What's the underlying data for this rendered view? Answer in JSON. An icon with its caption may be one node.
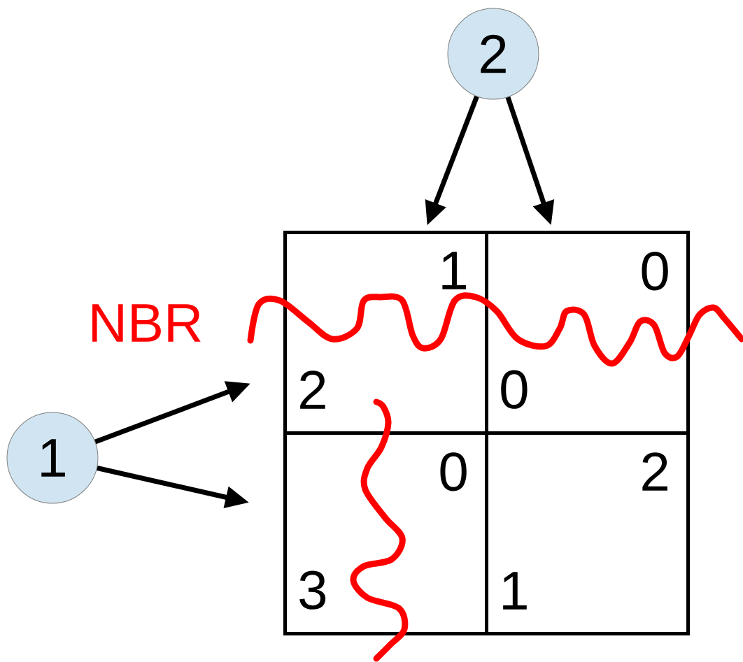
{
  "diagram": {
    "nodes": [
      {
        "text": [
          "1"
        ]
      },
      {
        "text": [
          "2"
        ]
      },
      {
        "text": [
          "1",
          "2"
        ]
      },
      {
        "text": [
          "0",
          "0"
        ]
      },
      {
        "text": [
          "0",
          "3"
        ]
      },
      {
        "text": [
          "2",
          "1"
        ]
      }
    ],
    "edges": [
      {
        "from": 0,
        "to": 2,
        "arrow": "to"
      },
      {
        "from": 0,
        "to": 4,
        "arrow": "to"
      },
      {
        "from": 1,
        "to": 2,
        "arrow": "to"
      },
      {
        "from": 1,
        "to": 3,
        "arrow": "to"
      }
    ],
    "labels": [
      "NBR"
    ]
  }
}
